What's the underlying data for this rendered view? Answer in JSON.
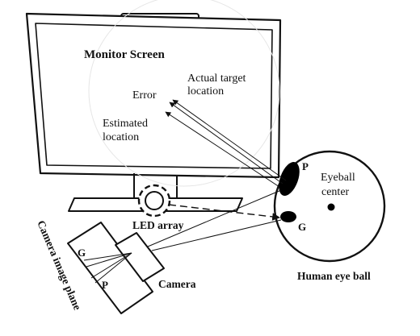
{
  "labels": {
    "monitor_screen": "Monitor Screen",
    "actual_target_line1": "Actual target",
    "actual_target_line2": "location",
    "error": "Error",
    "estimated_line1": "Estimated",
    "estimated_line2": "location",
    "eyeball_center_line1": "Eyeball",
    "eyeball_center_line2": "center",
    "pupil_eye": "P",
    "glint_eye": "G",
    "led_array": "LED array",
    "camera": "Camera",
    "human_eye_ball": "Human eye ball",
    "camera_image_plane": "Camera image plane",
    "glint_plane": "G",
    "pupil_plane": "P"
  },
  "colors": {
    "line": "#111111",
    "fill_dark": "#000000",
    "background": "#ffffff"
  }
}
